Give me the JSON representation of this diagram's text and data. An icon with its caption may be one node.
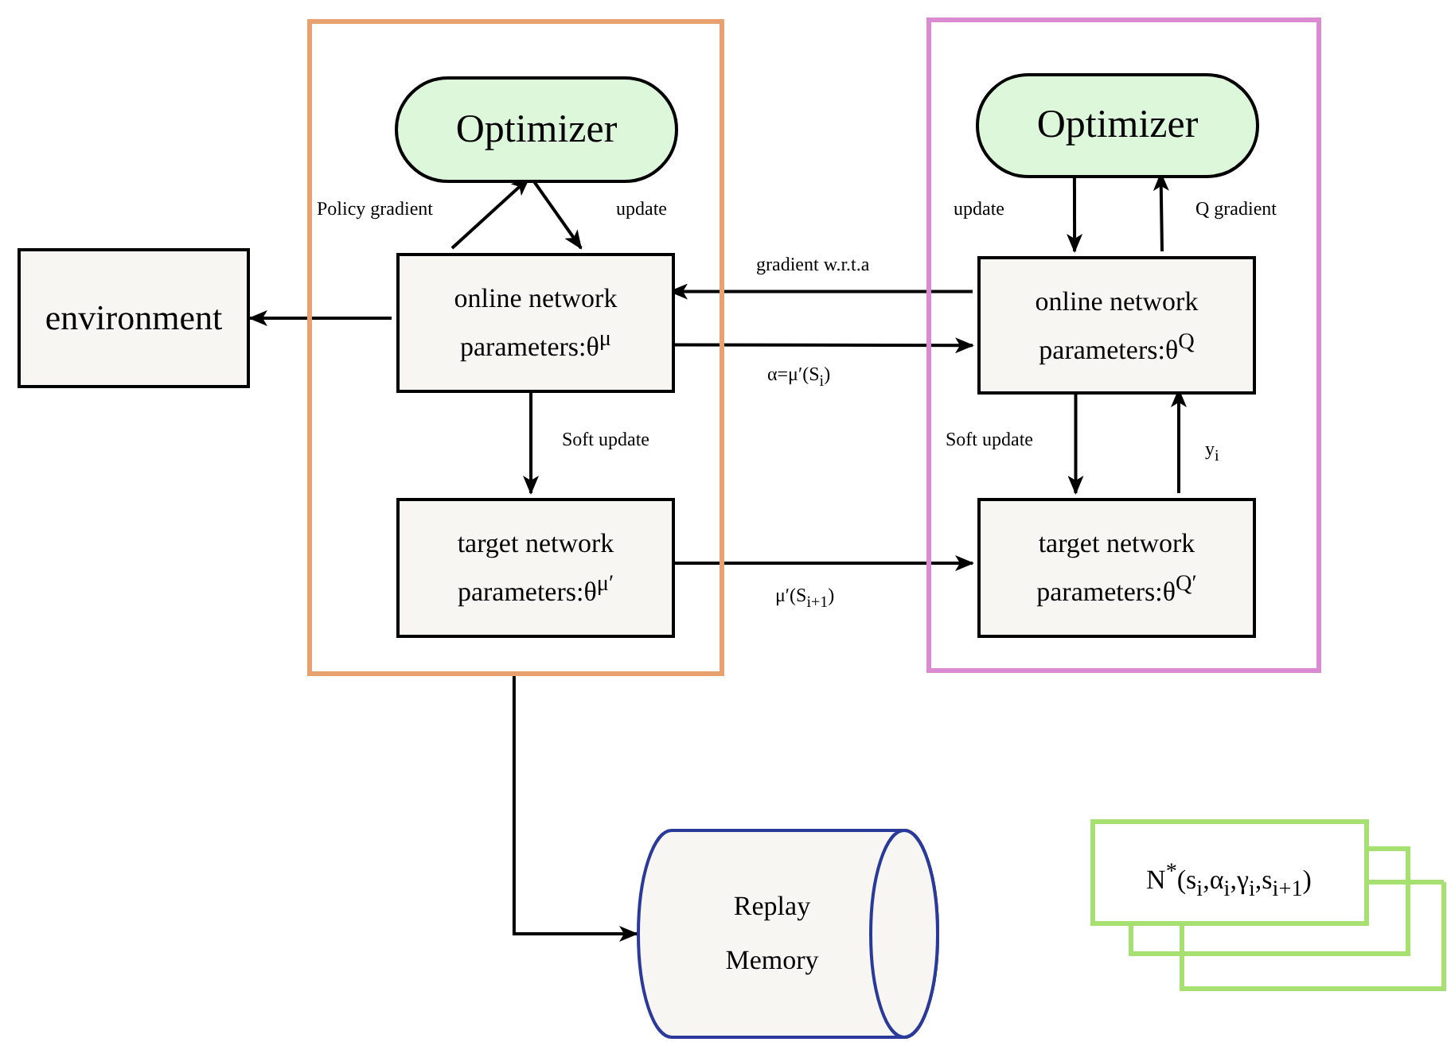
{
  "diagram": {
    "nodes": [
      {
        "text": [],
        "shape": "box"
      },
      {
        "text": [
          "Optimizer"
        ],
        "in": 0
      },
      {
        "text": [
          "online network",
          "parameters:θ$^{μ}$"
        ],
        "in": 0
      },
      {
        "text": [
          "target network",
          "parameters:θ$^{μ′}$"
        ],
        "in": 0
      },
      {
        "text": [],
        "shape": "box"
      },
      {
        "text": [
          "Optimizer"
        ],
        "in": 4
      },
      {
        "text": [
          "online network",
          "parameters:θ$^{Q}$"
        ],
        "in": 4
      },
      {
        "text": [
          "target network",
          "parameters:θ$^{Q′}$"
        ],
        "in": 4
      },
      {
        "text": [
          "environment"
        ]
      },
      {
        "text": [
          "Replay Memory"
        ]
      },
      {
        "text": [
          "N$^{*}$(s$_{i}$,α$_{i}$,γ$_{i}$,s$_{i+1}$)"
        ]
      }
    ],
    "edges": [
      {
        "from": 2,
        "to": 1,
        "arrow": "to",
        "label": "Policy gradient"
      },
      {
        "from": 1,
        "to": 2,
        "arrow": "to",
        "label": "update"
      },
      {
        "from": 2,
        "to": 8,
        "arrow": "to"
      },
      {
        "from": 2,
        "to": 6,
        "arrow": "to",
        "label": "α=μ′(S$_{i}$)"
      },
      {
        "from": 6,
        "to": 2,
        "arrow": "to",
        "label": "gradient w.r.t.a"
      },
      {
        "from": 2,
        "to": 3,
        "arrow": "to",
        "label": "Soft update"
      },
      {
        "from": 3,
        "to": 7,
        "arrow": "to",
        "label": "μ′(S$_{i+1}$)"
      },
      {
        "from": 5,
        "to": 6,
        "arrow": "to",
        "label": "update"
      },
      {
        "from": 6,
        "to": 5,
        "arrow": "to",
        "label": "Q gradient"
      },
      {
        "from": 6,
        "to": 7,
        "arrow": "to",
        "label": "Soft update"
      },
      {
        "from": 7,
        "to": 6,
        "arrow": "to",
        "label": "y$_{i}$"
      },
      {
        "from": 0,
        "to": 9,
        "arrow": "to"
      }
    ]
  }
}
